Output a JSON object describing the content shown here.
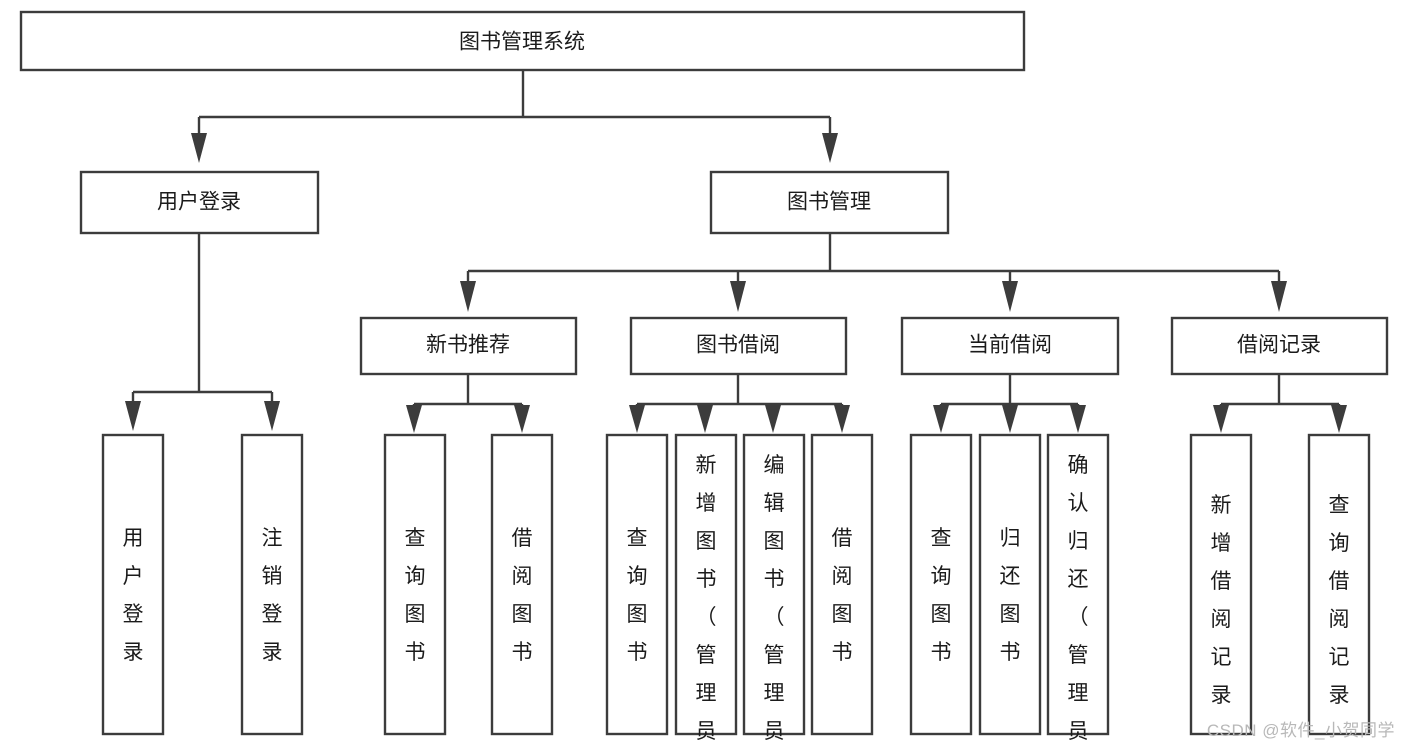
{
  "diagram": {
    "title": "图书管理系统",
    "type": "tree-hierarchy-diagram",
    "colors": {
      "stroke": "#3c3c3c",
      "fill": "#ffffff",
      "text": "#1b1b1b",
      "watermark": "#b8b8b8"
    },
    "root": {
      "label": "图书管理系统"
    },
    "level2": [
      {
        "label": "用户登录"
      },
      {
        "label": "图书管理"
      }
    ],
    "level3": [
      {
        "label": "新书推荐"
      },
      {
        "label": "图书借阅"
      },
      {
        "label": "当前借阅"
      },
      {
        "label": "借阅记录"
      }
    ],
    "leaves": {
      "user_login": [
        {
          "label": "用户登录"
        },
        {
          "label": "注销登录"
        }
      ],
      "new_book_recommend": [
        {
          "label": "查询图书"
        },
        {
          "label": "借阅图书"
        }
      ],
      "book_borrow": [
        {
          "label": "查询图书"
        },
        {
          "label": "新增图书（管理员）"
        },
        {
          "label": "编辑图书（管理员）"
        },
        {
          "label": "借阅图书"
        }
      ],
      "current_borrow": [
        {
          "label": "查询图书"
        },
        {
          "label": "归还图书"
        },
        {
          "label": "确认归还（管理员）"
        }
      ],
      "borrow_record": [
        {
          "label": "新增借阅记录"
        },
        {
          "label": "查询借阅记录"
        }
      ]
    }
  },
  "watermark": {
    "text": "CSDN @软件_小贺同学"
  }
}
